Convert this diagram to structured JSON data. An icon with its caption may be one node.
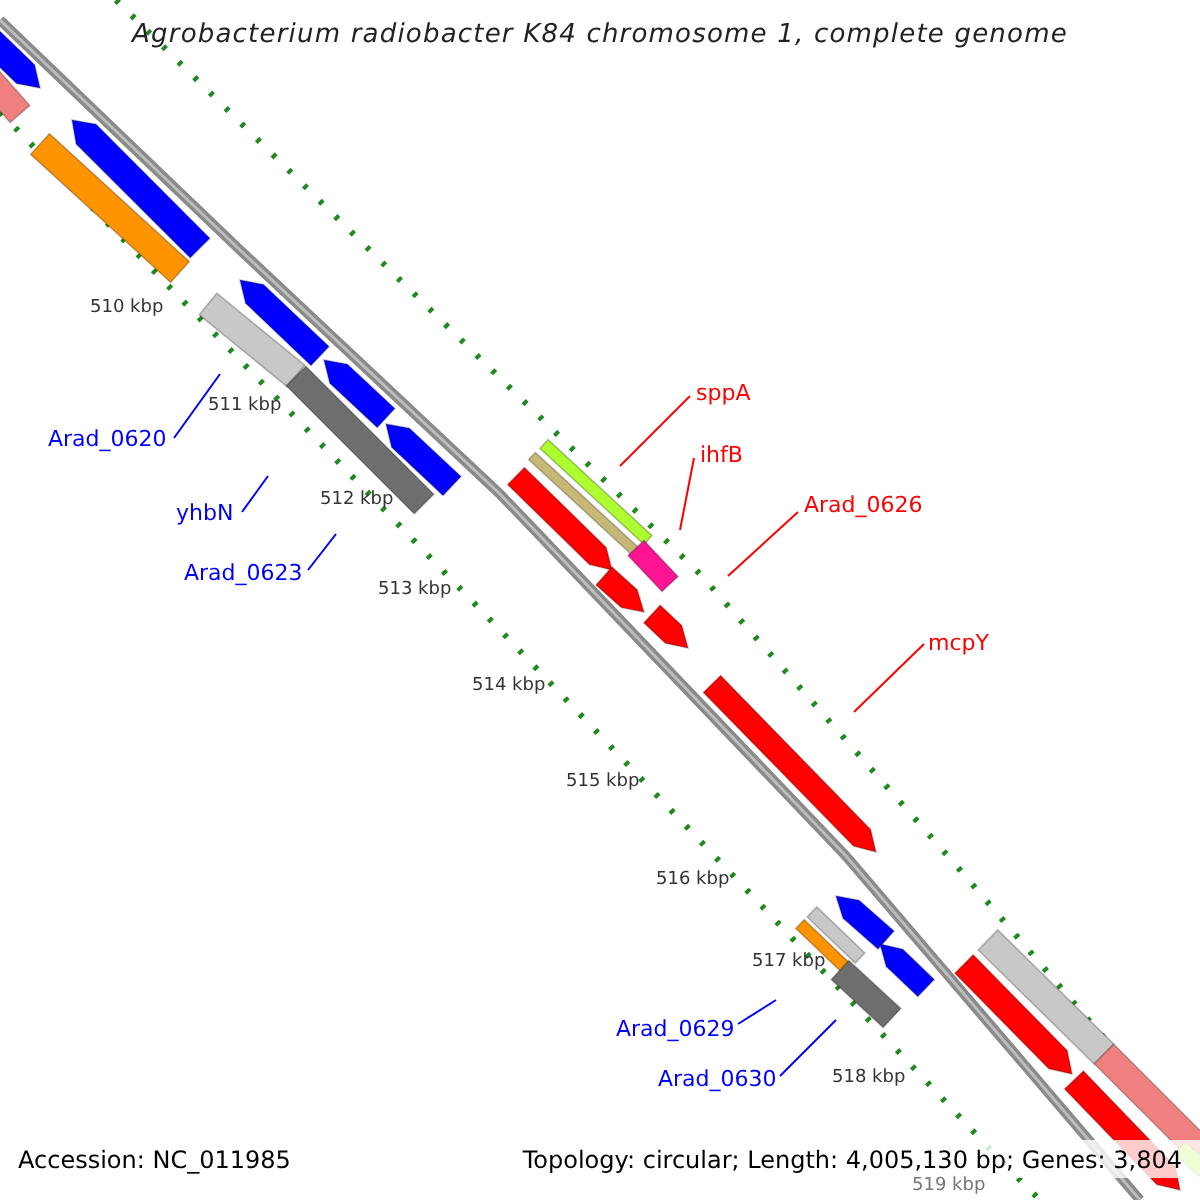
{
  "diagram": {
    "title": "Agrobacterium radiobacter K84 chromosome 1, complete genome",
    "nodes": [
      {
        "text": [
          "Arad_0620"
        ]
      },
      {
        "text": [
          "yhbN"
        ]
      },
      {
        "text": [
          "Arad_0623"
        ]
      },
      {
        "text": [
          "sppA"
        ]
      },
      {
        "text": [
          "ihfB"
        ]
      },
      {
        "text": [
          "Arad_0626"
        ]
      },
      {
        "text": [
          "mcpY"
        ]
      },
      {
        "text": [
          "Arad_0629"
        ]
      },
      {
        "text": [
          "Arad_0630"
        ]
      }
    ],
    "edges": [
      {
        "from": 0,
        "to": null,
        "arrow": "none"
      },
      {
        "from": 1,
        "to": null,
        "arrow": "none"
      },
      {
        "from": 2,
        "to": null,
        "arrow": "none"
      },
      {
        "from": 3,
        "to": null,
        "arrow": "none",
        "color": "#ff0000"
      },
      {
        "from": 4,
        "to": null,
        "arrow": "none",
        "color": "#ff0000"
      },
      {
        "from": 5,
        "to": null,
        "arrow": "none",
        "color": "#ff0000"
      },
      {
        "from": 6,
        "to": null,
        "arrow": "none",
        "color": "#ff0000"
      },
      {
        "from": 7,
        "to": null,
        "arrow": "none"
      },
      {
        "from": 8,
        "to": null,
        "arrow": "none"
      }
    ],
    "labels": [
      "510 kbp",
      "511 kbp",
      "512 kbp",
      "513 kbp",
      "514 kbp",
      "515 kbp",
      "516 kbp",
      "517 kbp",
      "518 kbp",
      "519 kbp",
      "Accession: NC_011985",
      "Topology: circular; Length: 4,005,130 bp; Genes: 3,804"
    ]
  }
}
